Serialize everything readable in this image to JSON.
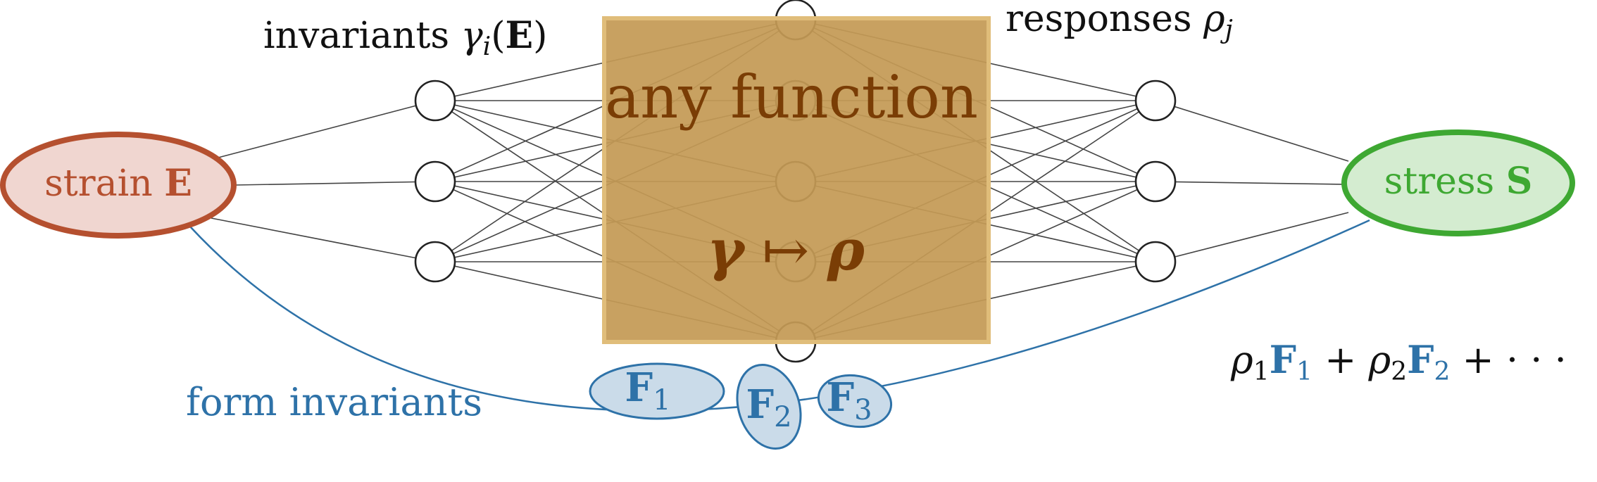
{
  "labels": {
    "invariants_prefix": "invariants ",
    "invariants_gamma": "γ",
    "invariants_sub": "i",
    "invariants_arg_open": "(",
    "invariants_arg": "E",
    "invariants_arg_close": ")",
    "responses_prefix": "responses ",
    "responses_rho": "ρ",
    "responses_sub": "j",
    "strain_text": "strain ",
    "strain_symbol": "E",
    "stress_text": "stress ",
    "stress_symbol": "S",
    "box_title": "any function",
    "box_gamma": "γ",
    "box_arrow": " ↦ ",
    "box_rho": "ρ",
    "form_invariants": "form invariants",
    "sum_rho1": "ρ",
    "sum_rho1_sub": "1",
    "sum_F1": "F",
    "sum_F1_sub": "1",
    "sum_plus1": " + ",
    "sum_rho2": "ρ",
    "sum_rho2_sub": "2",
    "sum_F2": "F",
    "sum_F2_sub": "2",
    "sum_tail": " + · · ·",
    "F1_main": "F",
    "F1_sub": "1",
    "F2_main": "F",
    "F2_sub": "2",
    "F3_main": "F",
    "F3_sub": "3"
  },
  "colors": {
    "strain_stroke": "#b5502f",
    "strain_fill": "#f0d6d0",
    "stress_stroke": "#3ea832",
    "stress_fill": "#d4ecd0",
    "box_fill": "#c49a55",
    "box_border": "#e0bd7a",
    "box_text": "#7a3d05",
    "blue": "#2e72a8",
    "blue_fill": "#cadbe9",
    "line": "#444444",
    "black": "#111111"
  }
}
